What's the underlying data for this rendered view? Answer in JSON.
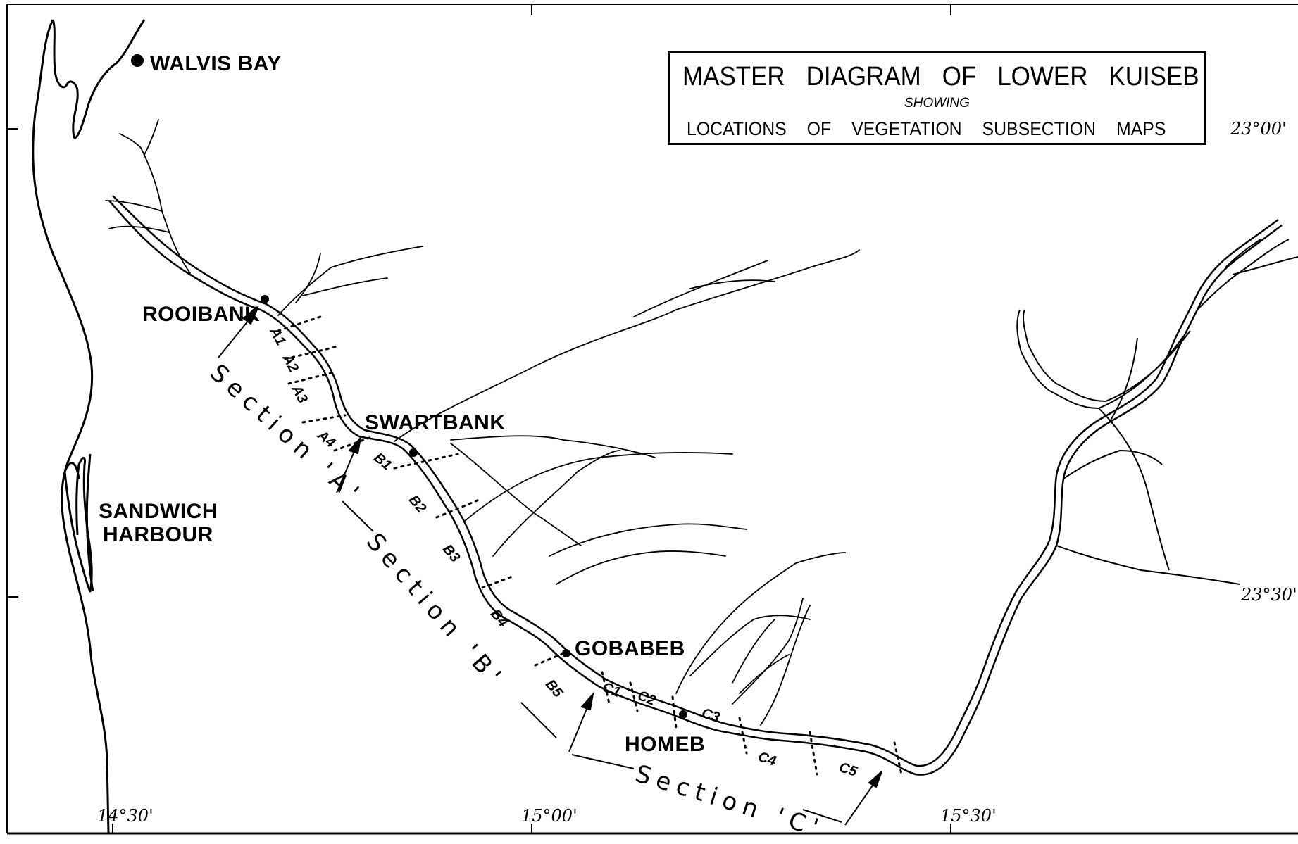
{
  "title": {
    "line1": "MASTER DIAGRAM OF LOWER KUISEB",
    "line2": "SHOWING",
    "line3": "LOCATIONS OF VEGETATION SUBSECTION MAPS"
  },
  "places": {
    "walvis_bay": "WALVIS BAY",
    "rooibank": "ROOIBANK",
    "swartbank": "SWARTBANK",
    "sandwich_harbour_1": "SANDWICH",
    "sandwich_harbour_2": "HARBOUR",
    "gobabeb": "GOBABEB",
    "homeb": "HOMEB"
  },
  "sections": {
    "a": "Section 'A'",
    "b": "Section 'B'",
    "c": "Section 'C'"
  },
  "subsections": [
    "A1",
    "A2",
    "A3",
    "A4",
    "B1",
    "B2",
    "B3",
    "B4",
    "B5",
    "C1",
    "C2",
    "C3",
    "C4",
    "C5"
  ],
  "coordinates": {
    "lon_1430": "14°30'",
    "lon_1500": "15°00'",
    "lon_1530": "15°30'",
    "lat_2300": "23°00'",
    "lat_2330": "23°30'"
  },
  "colors": {
    "ink": "#000000",
    "paper": "#ffffff"
  }
}
